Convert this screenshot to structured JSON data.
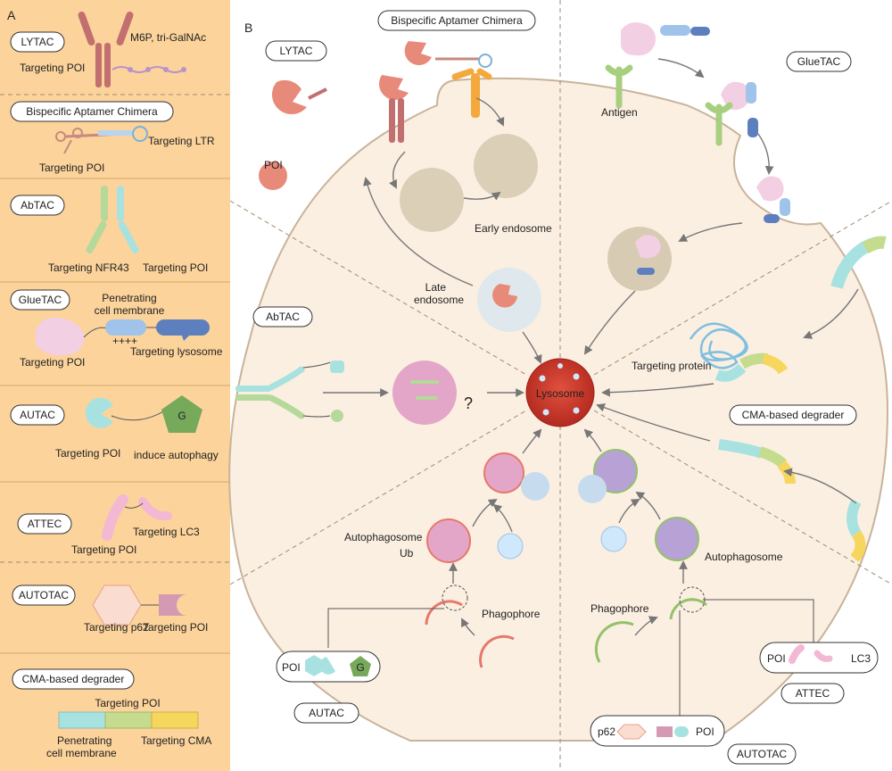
{
  "panel_a": {
    "letter": "A",
    "lytac": {
      "name": "LYTAC",
      "ligand": "M6P, tri-GalNAc",
      "target": "Targeting POI"
    },
    "bac": {
      "name": "Bispecific Aptamer Chimera",
      "ltr": "Targeting LTR",
      "poi": "Targeting POI"
    },
    "abtac": {
      "name": "AbTAC",
      "left": "Targeting NFR43",
      "right": "Targeting POI"
    },
    "gluetac": {
      "name": "GlueTAC",
      "membrane1": "Penetrating",
      "membrane2": "cell membrane",
      "charge": "++++",
      "poi": "Targeting POI",
      "lysosome": "Targeting lysosome"
    },
    "autac": {
      "name": "AUTAC",
      "g": "G",
      "poi": "Targeting POI",
      "autophagy": "induce autophagy"
    },
    "attec": {
      "name": "ATTEC",
      "lc3": "Targeting LC3",
      "poi": "Targeting POI"
    },
    "autotac": {
      "name": "AUTOTAC",
      "p62": "Targeting p62",
      "poi": "Targeting POI"
    },
    "cma": {
      "name": "CMA-based degrader",
      "poi": "Targeting POI",
      "membrane1": "Penetrating",
      "membrane2": "cell membrane",
      "cma": "Targeting CMA"
    }
  },
  "panel_b": {
    "letter": "B",
    "lytac": "LYTAC",
    "poi": "POI",
    "bac": "Bispecific Aptamer Chimera",
    "gluetac": "GlueTAC",
    "antigen": "Antigen",
    "early_endosome": "Early endosome",
    "late_endosome_1": "Late",
    "late_endosome_2": "endosome",
    "abtac": "AbTAC",
    "question": "?",
    "lysosome": "Lysosome",
    "targeting_protein": "Targeting protein",
    "cma": "CMA-based degrader",
    "autophagosome": "Autophagosome",
    "ub": "Ub",
    "phagophore": "Phagophore",
    "autac": "AUTAC",
    "autac_poi": "POI",
    "autac_g": "G",
    "attec": "ATTEC",
    "attec_poi": "POI",
    "attec_lc3": "LC3",
    "autotac": "AUTOTAC",
    "autotac_p62": "p62",
    "autotac_poi": "POI"
  },
  "colors": {
    "panel_bg": "#fcd39b",
    "cell_fill": "#fbefe1",
    "cell_stroke": "#c9b39a",
    "lysosome": "#d13b2c",
    "endosome": "#d8cbb4",
    "lytac_receptor": "#c26f6f",
    "poi": "#e88a7a",
    "antibody_orange": "#f4a93c",
    "glue_pink": "#f3cfe3",
    "glue_blue": "#7fa6d9",
    "cyan": "#a8e2e0",
    "green": "#a8cf7f",
    "yellow": "#f7d65d"
  }
}
